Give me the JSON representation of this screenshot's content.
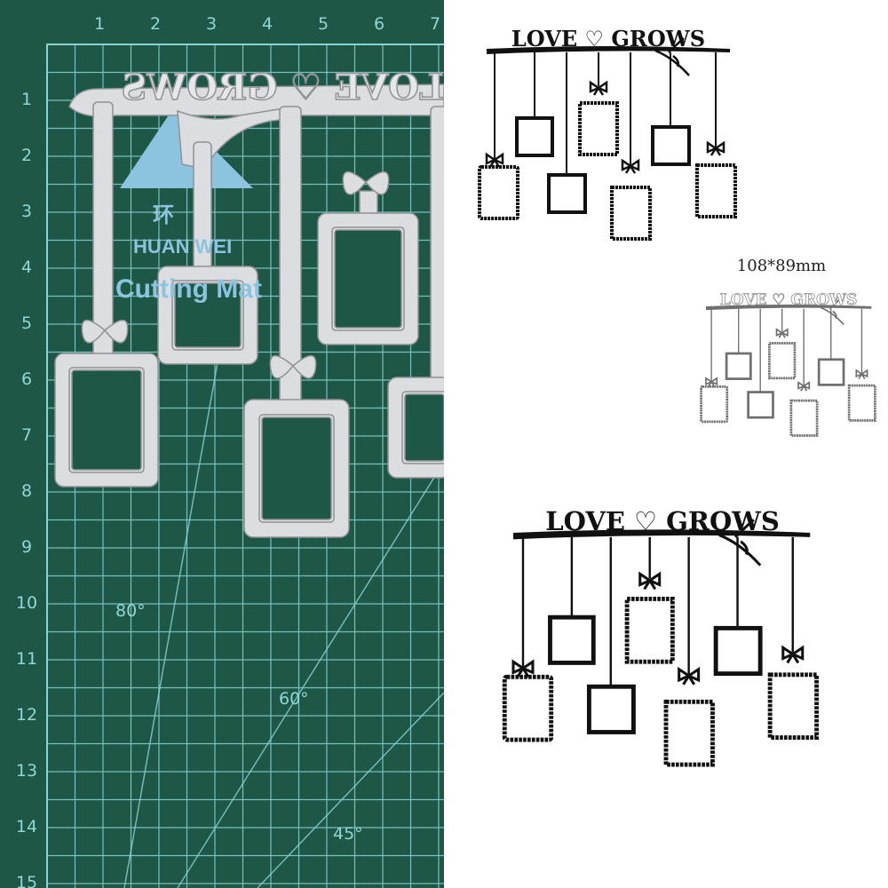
{
  "left_photo": {
    "mat_color": "#1f5746",
    "grid_color": "#86d3d2",
    "ruler_top": [
      "1",
      "2",
      "3",
      "4",
      "5",
      "6",
      "7"
    ],
    "ruler_left": [
      "1",
      "2",
      "3",
      "4",
      "5",
      "6",
      "7",
      "8",
      "9",
      "10",
      "11",
      "12",
      "13",
      "14",
      "15"
    ],
    "angles": [
      "80°",
      "60°",
      "45°"
    ],
    "mat_logo_char": "环",
    "mat_brand": "HUAN WEI",
    "mat_caption": "Cutting Mat",
    "die_lettering": "LOVE ♡ GROWS"
  },
  "right_panel": {
    "top_illustration_title": "LOVE ♡ GROWS",
    "size_label": "108*89mm",
    "small_die_title": "LOVE ♡ GROWS",
    "bottom_illustration_title": "LOVE ♡ GROWS"
  }
}
